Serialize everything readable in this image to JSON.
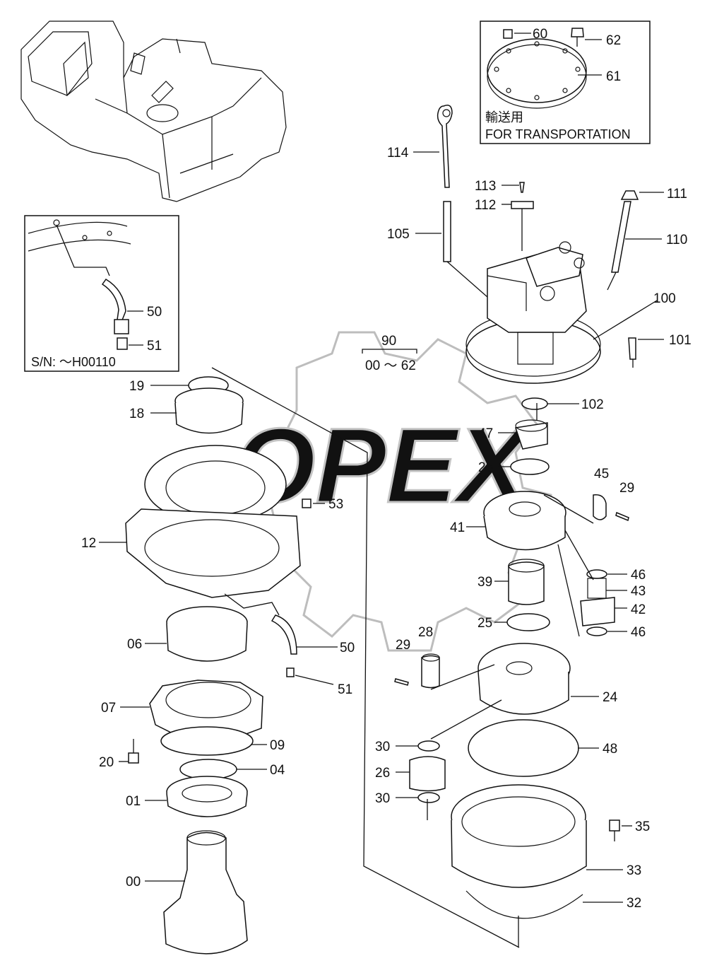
{
  "transport_box": {
    "label_jp": "輸送用",
    "label_en": "FOR TRANSPORTATION",
    "parts": [
      "60",
      "62",
      "61"
    ]
  },
  "sn_box": {
    "label": "S/N: ～H00110",
    "parts": [
      "50",
      "51"
    ]
  },
  "group": {
    "number": "90",
    "range": "00 ～ 62"
  },
  "watermark": "OPEX",
  "callouts": {
    "c114": "114",
    "c113": "113",
    "c112": "112",
    "c111": "111",
    "c110": "110",
    "c105": "105",
    "c100": "100",
    "c101": "101",
    "c102": "102",
    "c47": "47",
    "c25a": "25",
    "c45": "45",
    "c29a": "29",
    "c41": "41",
    "c46a": "46",
    "c43": "43",
    "c42": "42",
    "c46b": "46",
    "c39": "39",
    "c25b": "25",
    "c28": "28",
    "c29b": "29",
    "c24": "24",
    "c48": "48",
    "c30a": "30",
    "c26": "26",
    "c30b": "30",
    "c35": "35",
    "c33": "33",
    "c32": "32",
    "c19": "19",
    "c18": "18",
    "c53": "53",
    "c12": "12",
    "c06": "06",
    "c50": "50",
    "c51": "51",
    "c07": "07",
    "c09": "09",
    "c20": "20",
    "c04": "04",
    "c01": "01",
    "c00": "00"
  }
}
